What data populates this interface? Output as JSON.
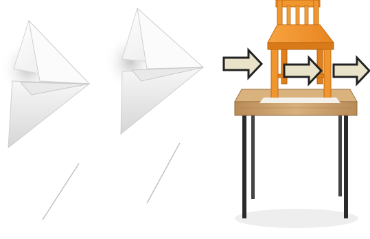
{
  "scene": {
    "objects": [
      "paper-plane",
      "paper-plane",
      "chair",
      "table",
      "arrow",
      "arrow",
      "arrow"
    ]
  },
  "colors": {
    "background": "#ffffff",
    "paper": "#f2f2f2",
    "paper_shadow": "#c9c9c9",
    "chair": "#f0962e",
    "chair_dark": "#d97a18",
    "table_top": "#c89d6a",
    "table_top_dark": "#a87c48",
    "table_legs": "#2a2a2a",
    "arrow_fill": "#e9e3c9",
    "arrow_stroke": "#222222"
  }
}
